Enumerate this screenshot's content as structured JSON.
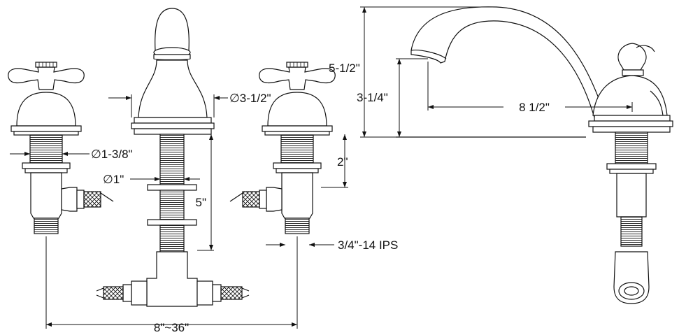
{
  "dimensions": {
    "handle_shank_diameter": "∅1-3/8\"",
    "spout_base_diameter": "∅3-1/2\"",
    "spout_shank_diameter": "∅1\"",
    "shank_length": "5\"",
    "valve_height": "2\"",
    "ips_thread": "3/4\"-14 IPS",
    "spread": "8\"~36\"",
    "total_height": "5-1/2\"",
    "spout_outlet_height": "3-1/4\"",
    "spout_reach": "8 1/2\""
  }
}
